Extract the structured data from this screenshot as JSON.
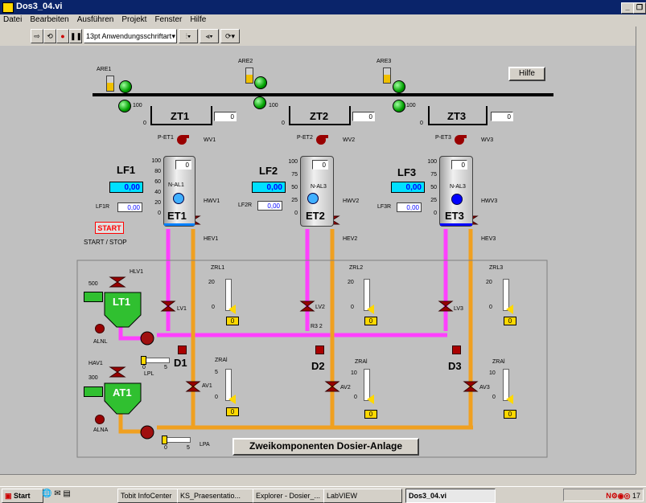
{
  "window": {
    "title": "Dos3_04.vi"
  },
  "menu": [
    "Datei",
    "Bearbeiten",
    "Ausführen",
    "Projekt",
    "Fenster",
    "Hilfe"
  ],
  "toolbar": {
    "font_select": "13pt Anwendungsschriftart"
  },
  "panel": {
    "help_button": "Hilfe",
    "title_button": "Zweikomponenten Dosier-Anlage",
    "start_button": "START",
    "start_stop_label": "START / STOP",
    "are": [
      "ARE1",
      "ARE2",
      "ARE3"
    ],
    "zt": [
      {
        "name": "ZT1",
        "value": "0"
      },
      {
        "name": "ZT2",
        "value": "0"
      },
      {
        "name": "ZT3",
        "value": "0"
      }
    ],
    "zt_scale": {
      "max": "100",
      "min": "0"
    },
    "pumps": [
      "P-ET1",
      "P-ET2",
      "P-ET3"
    ],
    "wv": [
      "WV1",
      "WV2",
      "WV3"
    ],
    "hwv": [
      "HWV1",
      "HWV2",
      "HWV3"
    ],
    "hev": [
      "HEV1",
      "HEV2",
      "HEV3"
    ],
    "lf": [
      {
        "name": "LF1",
        "value": "0,00",
        "r_label": "LF1R",
        "r_value": "0,00"
      },
      {
        "name": "LF2",
        "value": "0,00",
        "r_label": "LF2R",
        "r_value": "0,00"
      },
      {
        "name": "LF3",
        "value": "0,00",
        "r_label": "LF3R",
        "r_value": "0,00"
      }
    ],
    "et": [
      {
        "name": "ET1",
        "al": "N-AL1",
        "value": "0",
        "scale": [
          "100",
          "80",
          "60",
          "40",
          "20",
          "0"
        ]
      },
      {
        "name": "ET2",
        "al": "N-AL3",
        "value": "0",
        "scale": [
          "100",
          "75",
          "50",
          "25",
          "0"
        ]
      },
      {
        "name": "ET3",
        "al": "N-AL3",
        "value": "0",
        "scale": [
          "100",
          "75",
          "50",
          "25",
          "0"
        ]
      }
    ],
    "zrl": [
      {
        "name": "ZRL1",
        "max": "20",
        "min": "0",
        "value": "0"
      },
      {
        "name": "ZRL2",
        "max": "20",
        "min": "0",
        "value": "0"
      },
      {
        "name": "ZRL3",
        "max": "20",
        "min": "0",
        "value": "0"
      }
    ],
    "zra": [
      {
        "name": "ZRAl",
        "max": "5",
        "min": "0",
        "value": "0"
      },
      {
        "name": "ZRAl",
        "max": "10",
        "min": "0",
        "value": "0"
      },
      {
        "name": "ZRAl",
        "max": "10",
        "min": "0",
        "value": "0"
      }
    ],
    "lv": [
      "LV1",
      "LV2",
      "LV3"
    ],
    "av": [
      "AV1",
      "AV2",
      "AV3"
    ],
    "d": [
      "D1",
      "D2",
      "D3"
    ],
    "r32": "R3 2",
    "lt1": {
      "name": "LT1",
      "valve": "HLV1",
      "scale_max": "500",
      "alarm": "ALNL",
      "value": ""
    },
    "at1": {
      "name": "AT1",
      "valve": "HAV1",
      "scale_max": "300",
      "alarm": "ALNA",
      "value": ""
    },
    "lpl": {
      "label": "LPL",
      "min": "0",
      "max": "5"
    },
    "lpa": {
      "label": "LPA",
      "min": "0",
      "max": "5"
    }
  },
  "taskbar": {
    "start": "Start",
    "tasks": [
      "Tobit InfoCenter",
      "KS_Praesentatio...",
      "Explorer - Dosier_...",
      "LabVIEW",
      "Dos3_04.vi"
    ],
    "clock": "17"
  },
  "colors": {
    "magenta_pipe": "#ff40ff",
    "orange_pipe": "#f0a020",
    "panel_bg": "#c0c0c0"
  }
}
